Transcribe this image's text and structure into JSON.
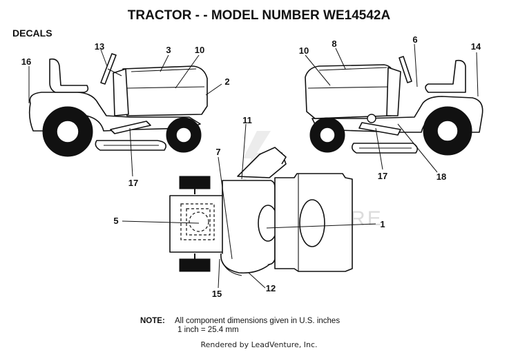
{
  "title": "TRACTOR - - MODEL NUMBER WE14542A",
  "section_label": "DECALS",
  "callouts": {
    "c1": "1",
    "c2": "2",
    "c3": "3",
    "c5": "5",
    "c6": "6",
    "c7": "7",
    "c8": "8",
    "c10a": "10",
    "c10b": "10",
    "c11": "11",
    "c12": "12",
    "c13": "13",
    "c14": "14",
    "c15": "15",
    "c16": "16",
    "c17a": "17",
    "c17b": "17",
    "c18": "18"
  },
  "note": {
    "label": "NOTE:",
    "line1": "All component dimensions given in U.S. inches",
    "line2": "1 inch = 25.4 mm"
  },
  "watermark": "LEADVENTURE",
  "credit": "Rendered by LeadVenture, Inc."
}
